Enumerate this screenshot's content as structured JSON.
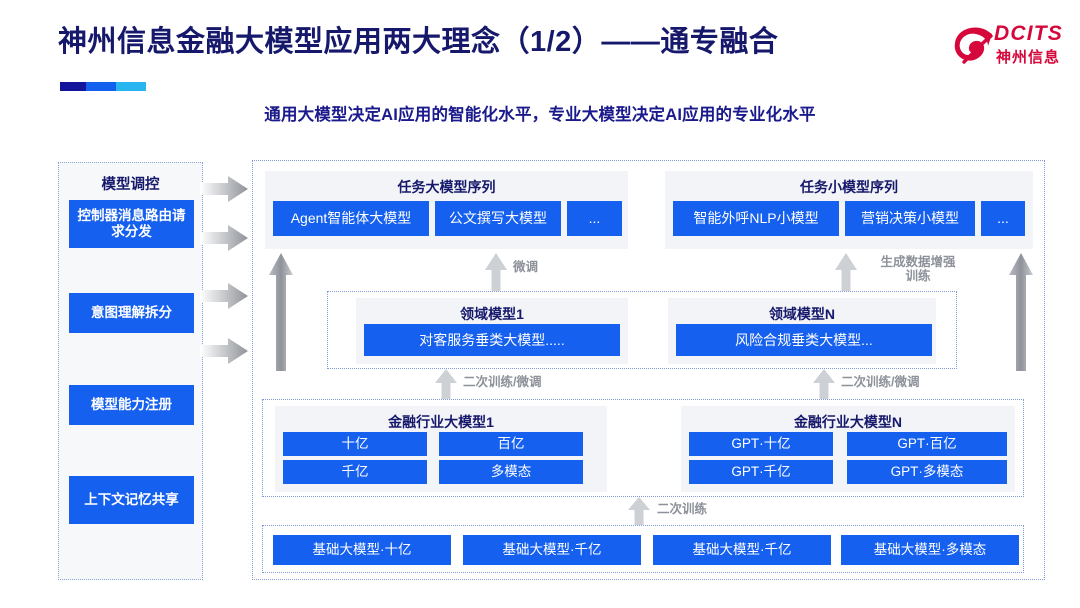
{
  "header": {
    "title": "神州信息金融大模型应用两大理念（1/2）——通专融合",
    "subtitle": "通用大模型决定AI应用的智能化水平，专业大模型决定AI应用的专业化水平",
    "logo": {
      "brand": "DCITS",
      "brand_cn": "神州信息",
      "icon": "dcits-swoosh-icon",
      "color": "#d6083b"
    }
  },
  "colors": {
    "title_navy": "#16186b",
    "box_blue": "#1560ef",
    "panel_grey": "#f2f4f7",
    "arrow_grey": "#9a9ea5",
    "dotted_border": "#7f9ad4"
  },
  "left_panel": {
    "title": "模型调控",
    "items": [
      {
        "label": "控制器消息路由请求分发"
      },
      {
        "label": "意图理解拆分"
      },
      {
        "label": "模型能力注册"
      },
      {
        "label": "上下文记忆共享"
      }
    ],
    "arrow_count": 4
  },
  "diagram": {
    "task_row": [
      {
        "title": "任务大模型序列",
        "boxes": [
          "Agent智能体大模型",
          "公文撰写大模型",
          "..."
        ]
      },
      {
        "title": "任务小模型序列",
        "boxes": [
          "智能外呼NLP小模型",
          "营销决策小模型",
          "..."
        ]
      }
    ],
    "domain_row": [
      {
        "title": "领域模型1",
        "box": "对客服务垂类大模型....."
      },
      {
        "title": "领域模型N",
        "box": "风险合规垂类大模型..."
      }
    ],
    "industry_row": [
      {
        "title": "金融行业大模型1",
        "boxes": [
          "十亿",
          "百亿",
          "千亿",
          "多模态"
        ]
      },
      {
        "title": "金融行业大模型N",
        "boxes": [
          "GPT·十亿",
          "GPT·百亿",
          "GPT·千亿",
          "GPT·多模态"
        ]
      }
    ],
    "base_row": {
      "boxes": [
        "基础大模型·十亿",
        "基础大模型·千亿",
        "基础大模型·千亿",
        "基础大模型·多模态"
      ]
    },
    "arrow_labels": {
      "finetune": "微调",
      "data_aug_line1": "生成数据增强",
      "data_aug_line2": "训练",
      "retrain_finetune_left": "二次训练/微调",
      "retrain_finetune_right": "二次训练/微调",
      "retrain": "二次训练"
    }
  }
}
